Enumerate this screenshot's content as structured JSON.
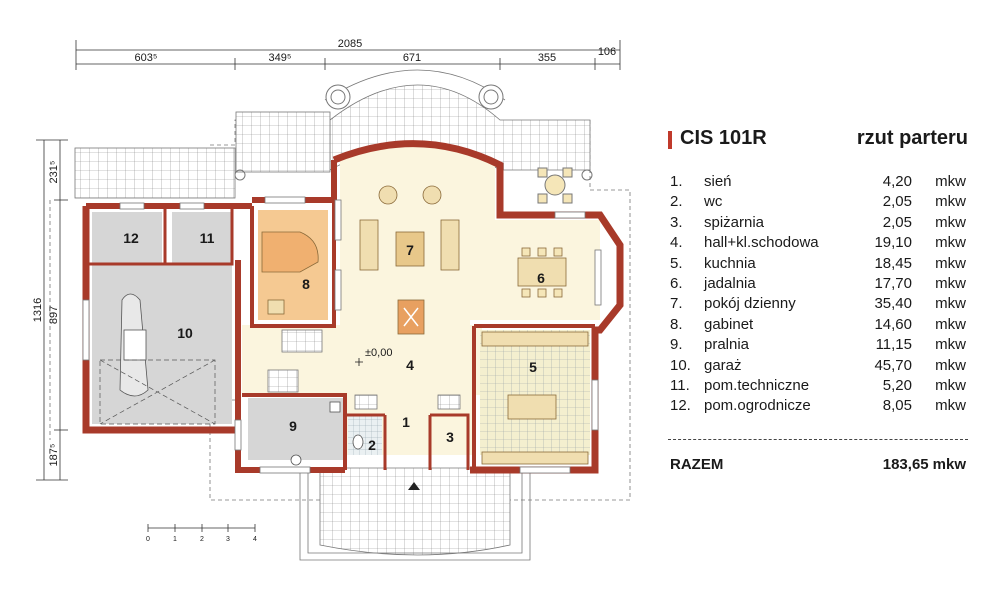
{
  "project": {
    "code": "CIS 101R",
    "view": "rzut parteru"
  },
  "colors": {
    "accent": "#c0392b",
    "wall": "#a83a2a",
    "living": "#fbf5de",
    "office": "#f5c992",
    "garage": "#d6d6d6",
    "tile": "#9aa3a8"
  },
  "dimensions": {
    "overall": "2085",
    "top": [
      "603⁵",
      "349⁵",
      "671",
      "355",
      "106"
    ],
    "left_total": "1316",
    "left_parts": [
      "231⁵",
      "897",
      "187⁵"
    ]
  },
  "scale": {
    "ticks": [
      "0",
      "1",
      "2",
      "3",
      "4"
    ]
  },
  "plan": {
    "level": "±0,00"
  },
  "rooms": [
    {
      "no": "1.",
      "label": "1",
      "name": "sień",
      "area": "4,20",
      "unit": "mkw"
    },
    {
      "no": "2.",
      "label": "2",
      "name": "wc",
      "area": "2,05",
      "unit": "mkw"
    },
    {
      "no": "3.",
      "label": "3",
      "name": "spiżarnia",
      "area": "2,05",
      "unit": "mkw"
    },
    {
      "no": "4.",
      "label": "4",
      "name": "hall+kl.schodowa",
      "area": "19,10",
      "unit": "mkw"
    },
    {
      "no": "5.",
      "label": "5",
      "name": "kuchnia",
      "area": "18,45",
      "unit": "mkw"
    },
    {
      "no": "6.",
      "label": "6",
      "name": "jadalnia",
      "area": "17,70",
      "unit": "mkw"
    },
    {
      "no": "7.",
      "label": "7",
      "name": "pokój dzienny",
      "area": "35,40",
      "unit": "mkw"
    },
    {
      "no": "8.",
      "label": "8",
      "name": "gabinet",
      "area": "14,60",
      "unit": "mkw"
    },
    {
      "no": "9.",
      "label": "9",
      "name": "pralnia",
      "area": "11,15",
      "unit": "mkw"
    },
    {
      "no": "10.",
      "label": "10",
      "name": "garaż",
      "area": "45,70",
      "unit": "mkw"
    },
    {
      "no": "11.",
      "label": "11",
      "name": "pom.techniczne",
      "area": "5,20",
      "unit": "mkw"
    },
    {
      "no": "12.",
      "label": "12",
      "name": "pom.ogrodnicze",
      "area": "8,05",
      "unit": "mkw"
    }
  ],
  "total": {
    "label": "RAZEM",
    "area": "183,65",
    "unit": "mkw"
  }
}
